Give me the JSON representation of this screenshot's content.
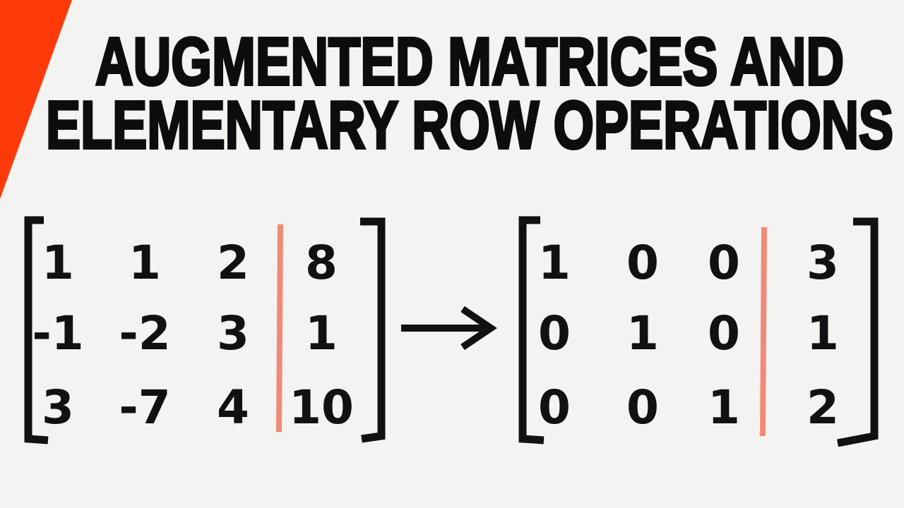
{
  "title": {
    "line1": "AUGMENTED MATRICES AND",
    "line2": "ELEMENTARY ROW OPERATIONS"
  },
  "left_matrix": {
    "rows": [
      [
        "1",
        "1",
        "2",
        "8"
      ],
      [
        "-1",
        "-2",
        "3",
        "1"
      ],
      [
        "3",
        "-7",
        "4",
        "10"
      ]
    ]
  },
  "right_matrix": {
    "rows": [
      [
        "1",
        "0",
        "0",
        "3"
      ],
      [
        "0",
        "1",
        "0",
        "1"
      ],
      [
        "0",
        "0",
        "1",
        "2"
      ]
    ]
  },
  "arrow_icon": "right-arrow",
  "colors": {
    "accent": "#ff3a0a",
    "divider": "#f08a78",
    "ink": "#111111",
    "background": "#f3f3f2"
  }
}
